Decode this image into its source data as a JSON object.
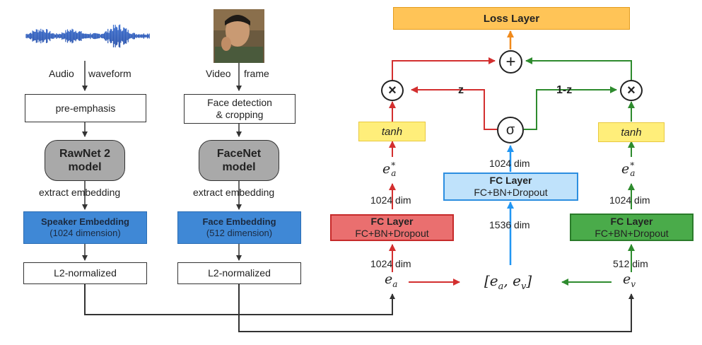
{
  "left": {
    "audio_label": "Audio",
    "audio_label2": "waveform",
    "video_label": "Video",
    "video_label2": "frame",
    "preemphasis": "pre-emphasis",
    "face_detection": "Face detection",
    "face_detection2": "& cropping",
    "rawnet_1": "RawNet 2",
    "rawnet_2": "model",
    "facenet_1": "FaceNet",
    "facenet_2": "model",
    "extract_audio": "extract embedding",
    "extract_video": "extract embedding",
    "speaker_emb_1": "Speaker Embedding",
    "speaker_emb_2": "(1024 dimension)",
    "face_emb_1": "Face Embedding",
    "face_emb_2": "(512 dimension)",
    "l2_audio": "L2-normalized",
    "l2_video": "L2-normalized"
  },
  "right": {
    "loss_layer": "Loss Layer",
    "plus_symbol": "+",
    "times_symbol_left": "×",
    "times_symbol_right": "×",
    "sigma_symbol": "σ",
    "z_label": "z",
    "one_minus_z_label": "1-z",
    "tanh_left": "tanh",
    "tanh_right": "tanh",
    "fc_red_title": "FC Layer",
    "fc_red_sub": "FC+BN+Dropout",
    "fc_blue_title": "FC Layer",
    "fc_blue_sub": "FC+BN+Dropout",
    "fc_green_title": "FC Layer",
    "fc_green_sub": "FC+BN+Dropout",
    "dim_red_top": "1024 dim",
    "dim_red_bottom": "1024 dim",
    "dim_blue_top": "1024 dim",
    "dim_blue_bottom": "1536 dim",
    "dim_green_top": "1024 dim",
    "dim_green_bottom": "512 dim",
    "ea_base": "e",
    "ea_sub": "a",
    "ev_base": "e",
    "ev_sub": "v",
    "ea_star_base": "e",
    "ea_star_sup": "*",
    "ea_star_sub": "a",
    "ev_star_base": "e",
    "ev_star_sup": "*",
    "ev_star_sub": "a",
    "concat": "[e_a, e_v]"
  },
  "colors": {
    "red": "#d32f2f",
    "green": "#2e8b2e",
    "blue": "#2196f3",
    "orange": "#f08a1c",
    "dark": "#333333"
  }
}
